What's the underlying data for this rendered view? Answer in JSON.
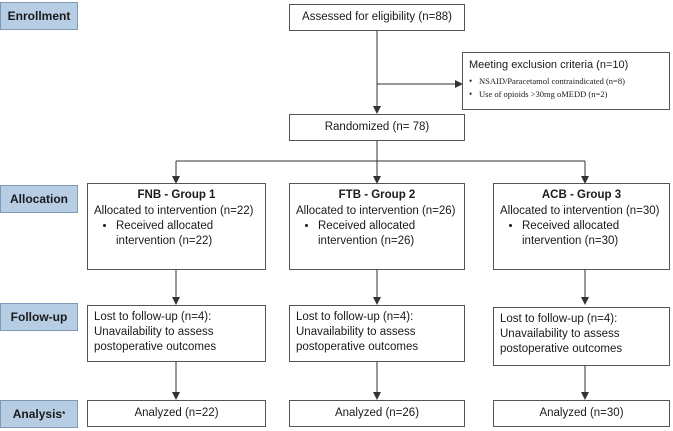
{
  "stages": {
    "enrollment": "Enrollment",
    "allocation": "Allocation",
    "followup": "Follow-up",
    "analysis": "Analysis"
  },
  "analysis_mark": "*",
  "eligibility": "Assessed for eligibility (n=88)",
  "exclusion": {
    "title": "Meeting exclusion criteria (n=10)",
    "items": [
      "NSAID/Paracetamol contraindicated (n=8)",
      "Use of opioids >30mg oMEDD (n=2)"
    ]
  },
  "randomized": "Randomized (n= 78)",
  "groups": [
    {
      "title": "FNB - Group 1",
      "allocated": "Allocated to intervention (n=22)",
      "received": "Received allocated intervention (n=22)",
      "lost": "Lost to follow-up (n=4):",
      "reason": "Unavailability to assess postoperative outcomes",
      "analyzed": "Analyzed (n=22)"
    },
    {
      "title": "FTB - Group 2",
      "allocated": "Allocated to intervention (n=26)",
      "received": "Received allocated intervention (n=26)",
      "lost": "Lost to follow-up (n=4):",
      "reason": "Unavailability to assess postoperative outcomes",
      "analyzed": "Analyzed (n=26)"
    },
    {
      "title": "ACB - Group 3",
      "allocated": "Allocated to intervention (n=30)",
      "received": "Received allocated intervention (n=30)",
      "lost": "Lost to follow-up (n=4):",
      "reason": "Unavailability to assess postoperative outcomes",
      "analyzed": "Analyzed (n=30)"
    }
  ]
}
